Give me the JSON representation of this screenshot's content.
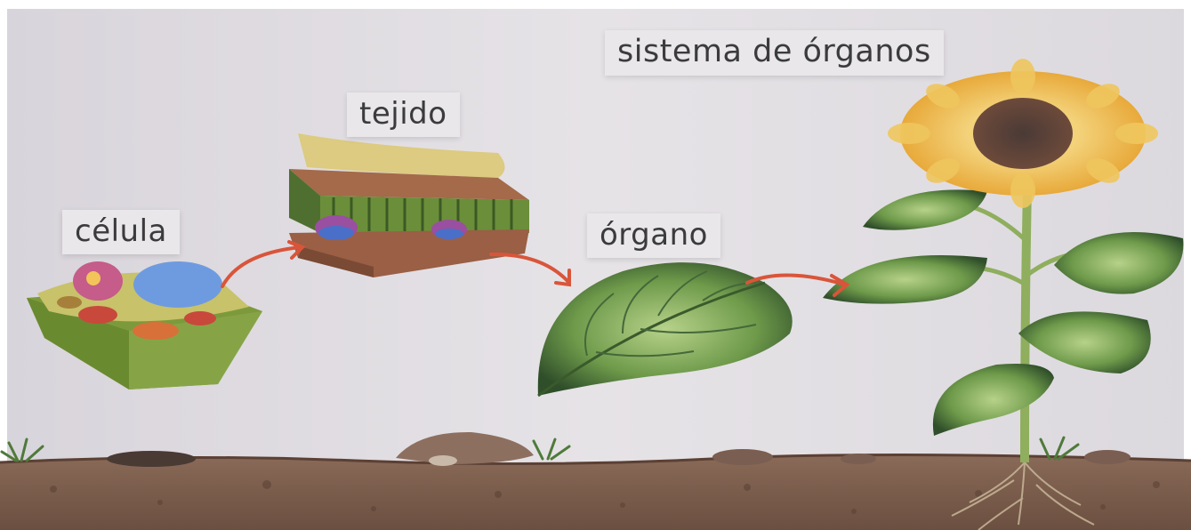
{
  "labels": {
    "cell": "célula",
    "tissue": "tejido",
    "organ": "órgano",
    "organ_system": "sistema de órganos"
  }
}
